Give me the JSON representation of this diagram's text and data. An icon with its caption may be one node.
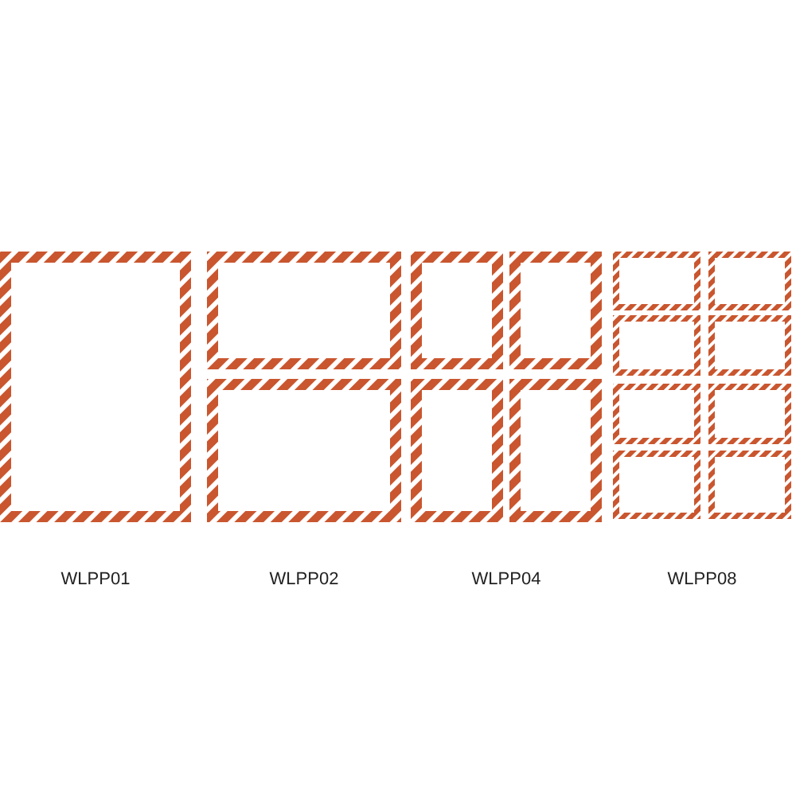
{
  "diagram": {
    "labels": [
      "WLPP01",
      "WLPP02",
      "WLPP04",
      "WLPP08"
    ]
  }
}
